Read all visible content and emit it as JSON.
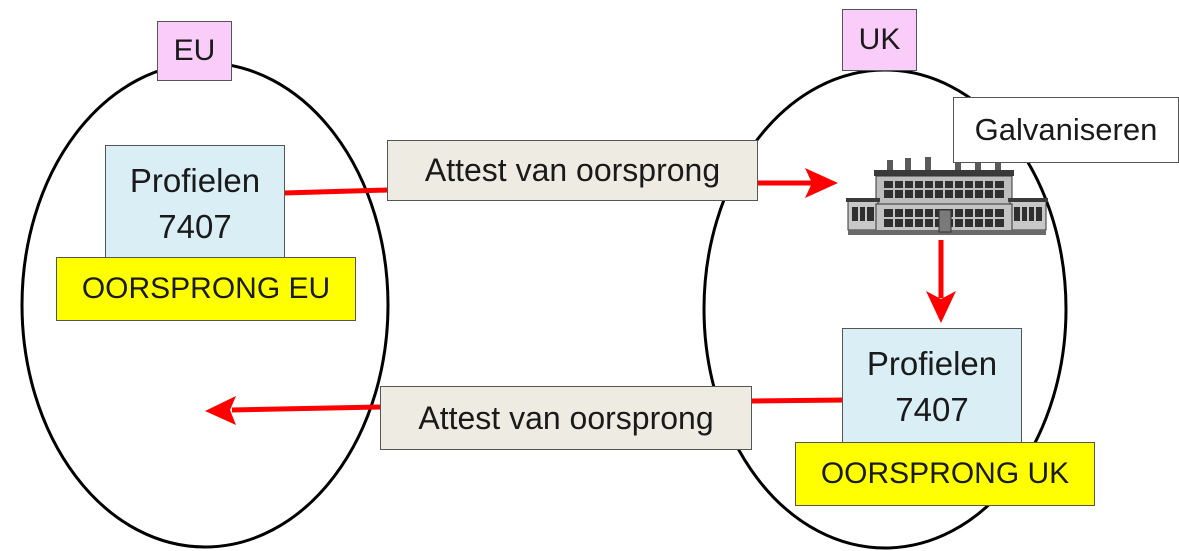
{
  "regions": {
    "eu_label": "EU",
    "uk_label": "UK"
  },
  "eu_product": {
    "line1": "Profielen",
    "line2": "7407",
    "origin": "OORSPRONG EU"
  },
  "uk_product": {
    "line1": "Profielen",
    "line2": "7407",
    "origin": "OORSPRONG UK"
  },
  "certificates": {
    "to_uk": "Attest van oorsprong",
    "to_eu": "Attest van oorsprong"
  },
  "process": {
    "label": "Galvaniseren",
    "icon": "factory-icon"
  },
  "colors": {
    "arrow": "#ff0000",
    "region_label_bg": "#f9ccf9",
    "product_bg": "#d9eef5",
    "origin_bg": "#ffff00",
    "certificate_bg": "#eeebe3",
    "outline": "#000000"
  }
}
